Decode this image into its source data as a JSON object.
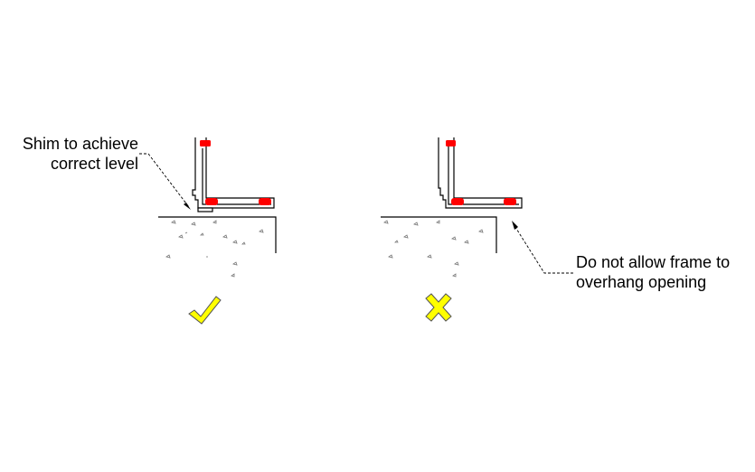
{
  "annotations": {
    "correct": {
      "line1": "Shim to achieve",
      "line2": "correct level"
    },
    "incorrect": {
      "line1": "Do not allow frame to",
      "line2": "overhang opening"
    }
  },
  "symbols": {
    "correct": "check-mark",
    "incorrect": "cross-mark"
  },
  "colors": {
    "line": "#000000",
    "gasket": "#ff0000",
    "symbol": "#ffff00",
    "concrete_speck": "#777777"
  }
}
